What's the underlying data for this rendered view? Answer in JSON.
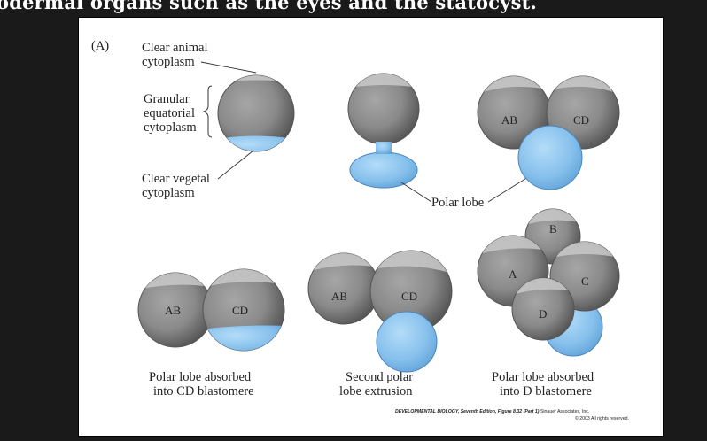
{
  "page": {
    "caption_fragment": "odermal organs such as the eyes and the statocyst."
  },
  "figure": {
    "panel_label": "(A)",
    "labels": {
      "clear_animal_1": "Clear animal",
      "clear_animal_2": "cytoplasm",
      "granular_1": "Granular",
      "granular_2": "equatorial",
      "granular_3": "cytoplasm",
      "clear_vegetal_1": "Clear vegetal",
      "clear_vegetal_2": "cytoplasm",
      "polar_lobe": "Polar lobe"
    },
    "cells": {
      "ab": "AB",
      "cd": "CD",
      "a": "A",
      "b": "B",
      "c": "C",
      "d": "D"
    },
    "captions": {
      "absorbed_cd_1": "Polar lobe absorbed",
      "absorbed_cd_2": "into CD blastomere",
      "extrusion_1": "Second polar",
      "extrusion_2": "lobe extrusion",
      "absorbed_d_1": "Polar lobe absorbed",
      "absorbed_d_2": "into D blastomere"
    },
    "credit": {
      "line1_italic": "DEVELOPMENTAL BIOLOGY, Seventh Edition, Figure 8.32 (Part 1)",
      "line1_rest": "Sinauer Associates, Inc.",
      "line2": "© 2003 All rights reserved."
    },
    "colors": {
      "gray_cell": "#8e8e8e",
      "clear_cap": "#c4c4c4",
      "polar_blue": "#8cc3ee"
    }
  }
}
